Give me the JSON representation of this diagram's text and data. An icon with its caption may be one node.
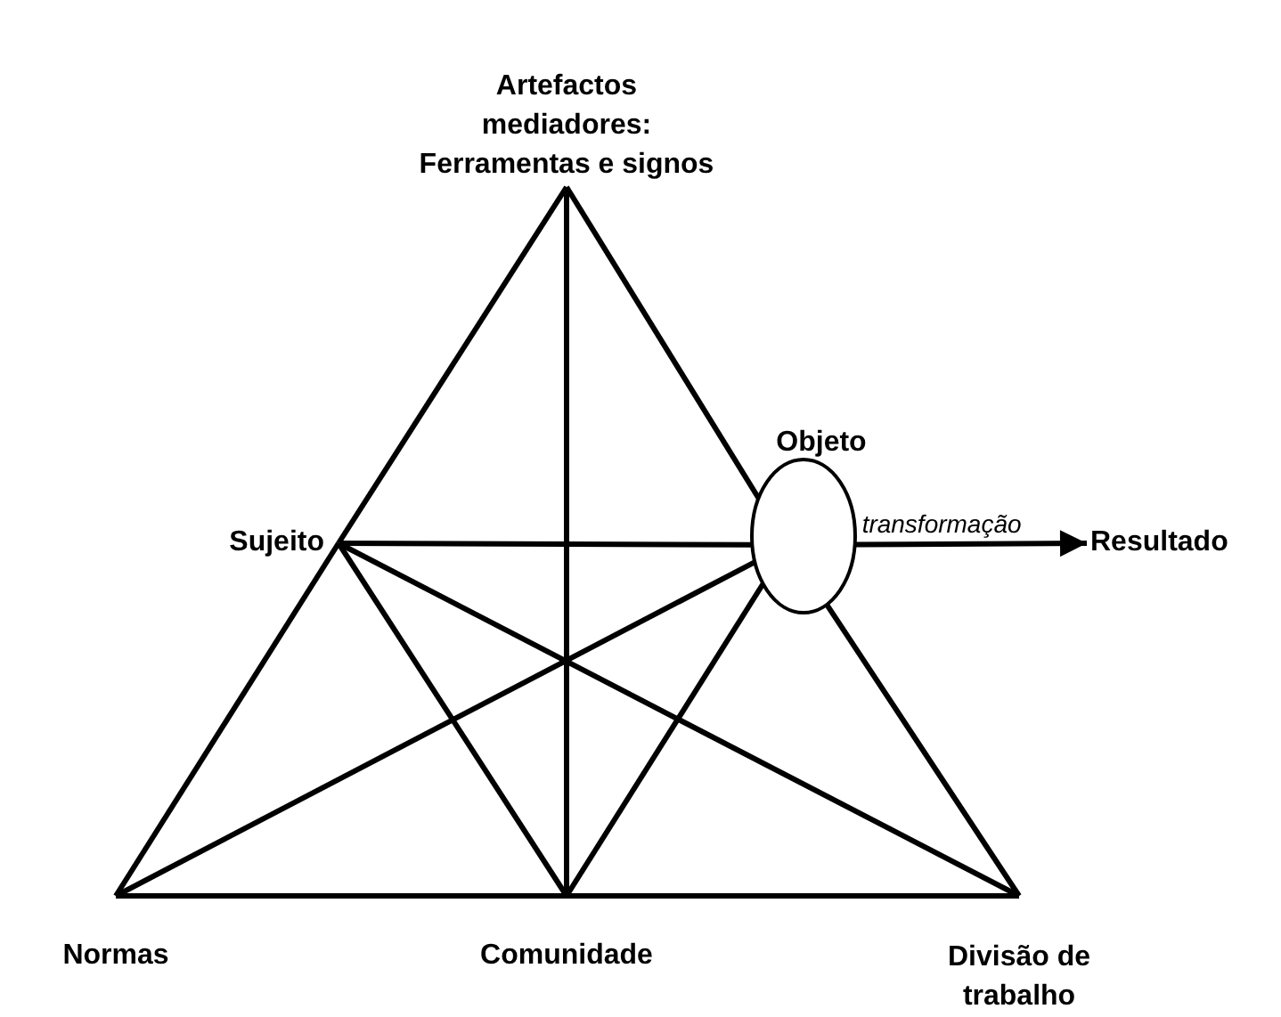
{
  "diagram": {
    "nodes": [
      {
        "text": [
          "Artefactos mediadores: Ferramentas e signos"
        ]
      },
      {
        "text": [
          "Sujeito"
        ]
      },
      {
        "text": [
          "Objeto"
        ]
      },
      {
        "text": [
          "Resultado"
        ]
      },
      {
        "text": [
          "Normas"
        ]
      },
      {
        "text": [
          "Comunidade"
        ]
      },
      {
        "text": [
          "Divisão de trabalho"
        ]
      }
    ],
    "edges": [
      {
        "from": 0,
        "to": 1,
        "arrow": "none"
      },
      {
        "from": 1,
        "to": 4,
        "arrow": "none"
      },
      {
        "from": 0,
        "to": 2,
        "arrow": "none"
      },
      {
        "from": 2,
        "to": 6,
        "arrow": "none"
      },
      {
        "from": 4,
        "to": 5,
        "arrow": "none"
      },
      {
        "from": 5,
        "to": 6,
        "arrow": "none"
      },
      {
        "from": 1,
        "to": 2,
        "arrow": "none"
      },
      {
        "from": 1,
        "to": 5,
        "arrow": "none"
      },
      {
        "from": 2,
        "to": 5,
        "arrow": "none"
      },
      {
        "from": 2,
        "to": 3,
        "arrow": "to",
        "label": "transformação"
      },
      {
        "from": 0,
        "to": 5,
        "arrow": "none"
      },
      {
        "from": 1,
        "to": 6,
        "arrow": "none"
      },
      {
        "from": 2,
        "to": 4,
        "arrow": "none"
      }
    ]
  }
}
